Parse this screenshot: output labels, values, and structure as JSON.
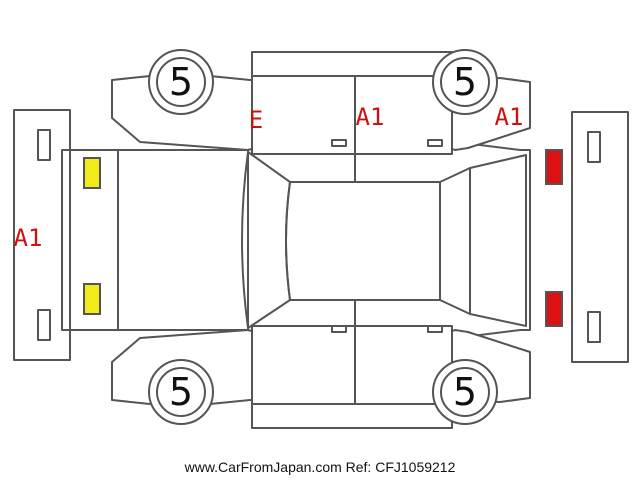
{
  "colors": {
    "outline": "#555555",
    "marker_text": "#cc1111",
    "front_lamp_fill": "#f2ea1a",
    "rear_lamp_fill": "#dd1111"
  },
  "tread": {
    "front_left": "5",
    "front_right": "5",
    "rear_left": "5",
    "rear_right": "5"
  },
  "marks": {
    "front_bumper": "A1",
    "left_front_door": "E",
    "left_rear_door": "A1",
    "left_rear_quarter": "A1"
  },
  "footer": {
    "reference": "www.CarFromJapan.com Ref: CFJ1059212"
  }
}
